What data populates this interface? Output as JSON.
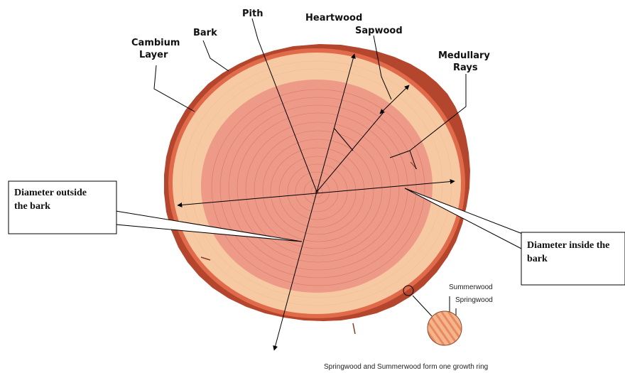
{
  "labels": {
    "pith": "Pith",
    "heartwood": "Heartwood",
    "sapwood": "Sapwood",
    "bark": "Bark",
    "cambium_line1": "Cambium",
    "cambium_line2": "Layer",
    "medullary_line1": "Medullary",
    "medullary_line2": "Rays",
    "outside_line1": "Diameter outside",
    "outside_line2": "the bark",
    "inside_line1": "Diameter inside the",
    "inside_line2": "bark",
    "summerwood": "Summerwood",
    "springwood": "Springwood",
    "caption": "Springwood and Summerwood form one growth ring"
  },
  "colors": {
    "bark": "#b5462e",
    "cambium": "#e06a4a",
    "sapwood": "#f6c9a2",
    "heartwood_outer": "#ee9a88",
    "heartwood_inner": "#e98779",
    "ring_line": "#d67062"
  }
}
